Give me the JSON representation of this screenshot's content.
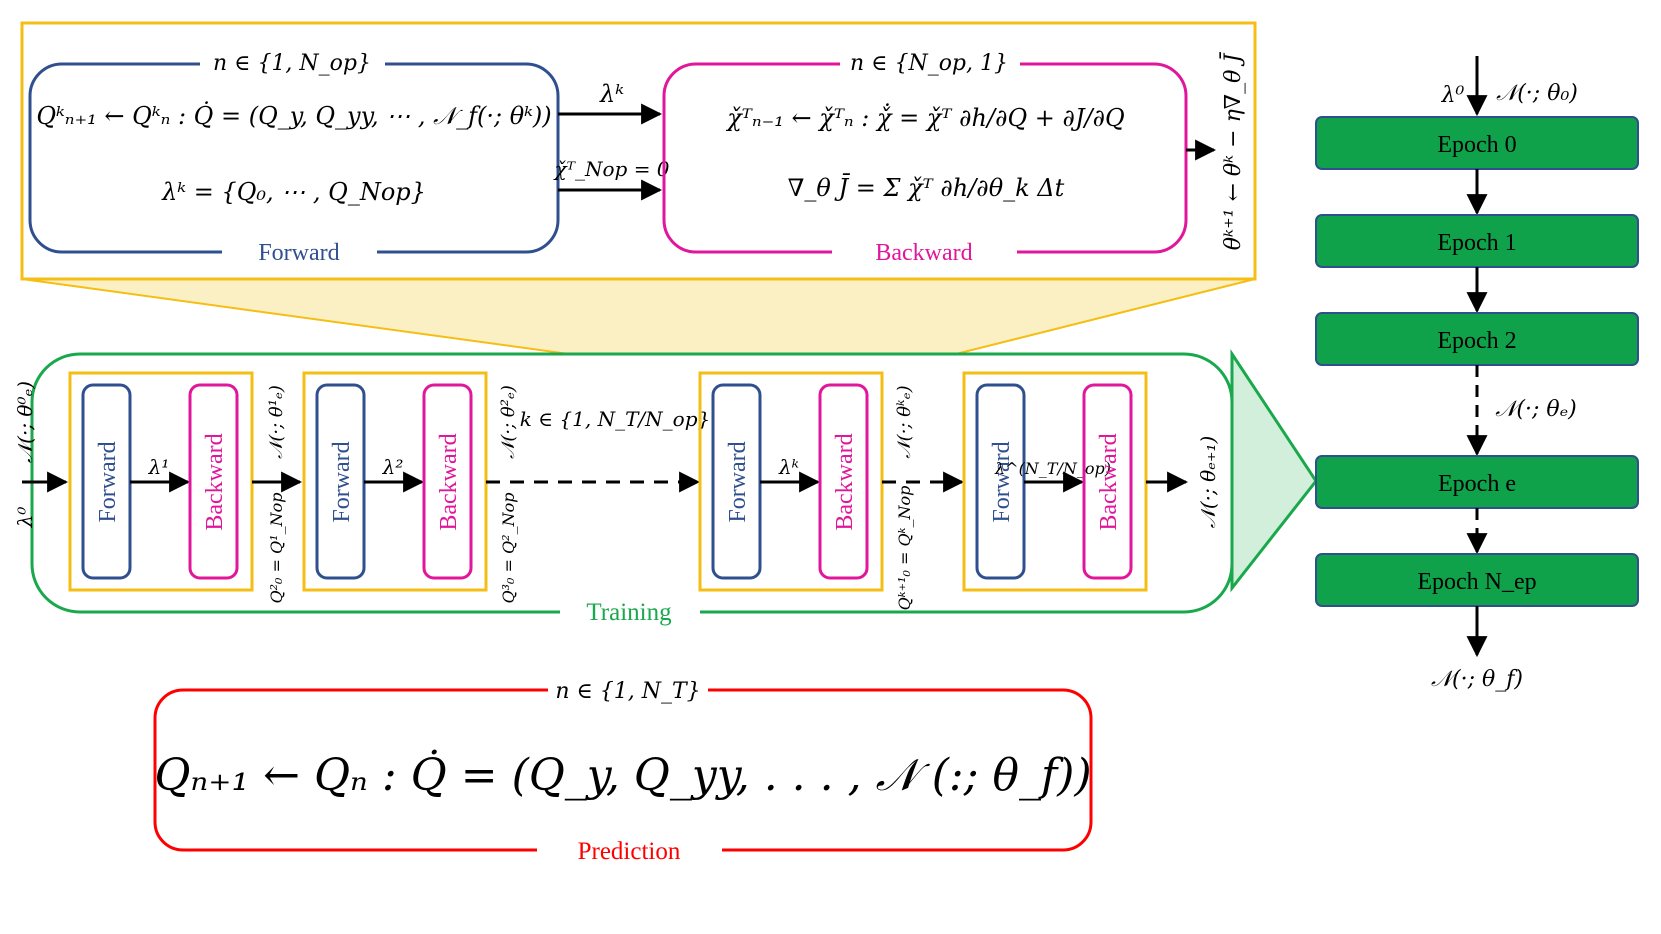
{
  "colors": {
    "blue": "#2f4f8f",
    "magenta": "#e0169b",
    "gold": "#f5be14",
    "gold_fill": "#fbf0c4",
    "green": "#1aa84c",
    "green_fill": "#0fa24a",
    "red": "#ff0000",
    "light_green": "#d2efdb"
  },
  "zoom": {
    "forward": {
      "range": "n ∈ {1, N_op}",
      "eq1": "Qᵏₙ₊₁ ← Qᵏₙ : Q̇ = (Q_y, Q_yy, ⋯ , 𝒩_f(·; θᵏ))",
      "eq2": "λᵏ = {Q₀, ⋯ , Q_Nop}",
      "label": "Forward"
    },
    "mid": {
      "lambda": "λᵏ",
      "chi": "χ̌ᵀ_Nop = 0"
    },
    "backward": {
      "range": "n ∈ {N_op, 1}",
      "eq1": "χ̌ᵀₙ₋₁ ← χ̌ᵀₙ : χ̌̇ = χ̌ᵀ ∂h/∂Q + ∂J/∂Q",
      "eq2": "∇_θ J̄ = Σ χ̌ᵀ ∂h/∂θ_k Δt",
      "label": "Backward"
    },
    "update": "θᵏ⁺¹ ← θᵏ − η∇_θ J̄"
  },
  "training": {
    "label": "Training",
    "block_forward": "Forward",
    "block_backward": "Backward",
    "input": "λ⁰",
    "input_net": "𝒩(·; θ⁰ₑ)",
    "lambdas": [
      "λ¹",
      "λ²",
      "λᵏ",
      "λ^(N_T/N_op)"
    ],
    "links": [
      {
        "top": "𝒩(·; θ¹ₑ)",
        "bottom": "Q²₀ = Q¹_Nop"
      },
      {
        "top": "𝒩(·; θ²ₑ)",
        "bottom": "Q³₀ = Q²_Nop"
      },
      {
        "top": "𝒩(·; θᵏₑ)",
        "bottom": "Qᵏ⁺¹₀ = Qᵏ_Nop"
      }
    ],
    "k_range": "k ∈ {1, N_T/N_op}",
    "output": "𝒩(·; θₑ₊₁)"
  },
  "prediction": {
    "range": "n ∈ {1, N_T}",
    "equation": "Qₙ₊₁ ← Qₙ : Q̇ = (Q_y, Q_yy, . . . , 𝒩 (:; θ_f))",
    "label": "Prediction"
  },
  "epochs": {
    "input_lambda": "λ⁰",
    "input_net": "𝒩(·; θ₀)",
    "items": [
      "Epoch 0",
      "Epoch 1",
      "Epoch 2",
      "Epoch e",
      "Epoch N_ep"
    ],
    "mid_net": "𝒩(·; θₑ)",
    "output": "𝒩(·; θ_f)"
  }
}
